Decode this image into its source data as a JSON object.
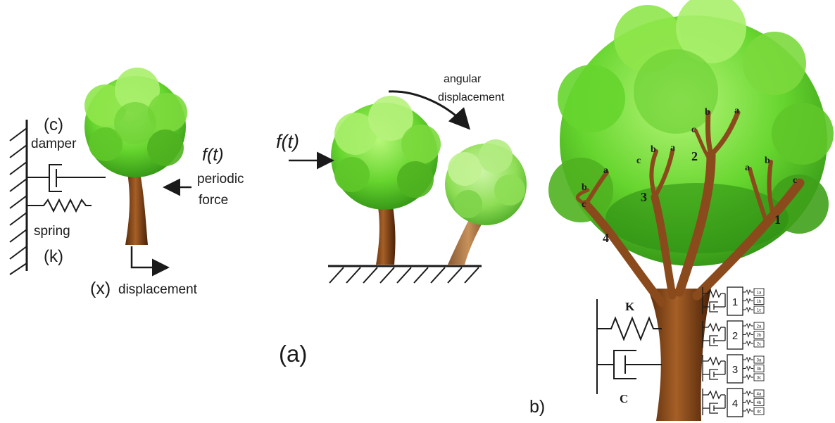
{
  "panel_left": {
    "damper_symbol": "(c)",
    "damper_label": "damper",
    "force_symbol": "f(t)",
    "force_line1": "periodic",
    "force_line2": "force",
    "spring_label": "spring",
    "spring_symbol": "(k)",
    "displacement_symbol": "(x)",
    "displacement_label": "displacement"
  },
  "panel_middle": {
    "force_symbol": "f(t)",
    "rotation_line1": "angular",
    "rotation_line2": "displacement",
    "caption": "(a)"
  },
  "panel_right": {
    "caption": "b)",
    "spring_symbol": "K",
    "damper_symbol": "C",
    "branch_numbers": [
      "1",
      "2",
      "3",
      "4"
    ],
    "branch_tip_labels": [
      "a",
      "b",
      "c"
    ],
    "sub_box_labels": [
      [
        "1a",
        "1b",
        "1c"
      ],
      [
        "2a",
        "2b",
        "2c"
      ],
      [
        "3a",
        "3b",
        "3c"
      ],
      [
        "4a",
        "4b",
        "4c"
      ]
    ]
  },
  "colors": {
    "foliage_light": "#9ef05a",
    "foliage_mid": "#5fd12a",
    "foliage_dark": "#2f8f14",
    "trunk": "#8a4a1c",
    "trunk_dark": "#4a2208",
    "line": "#1a1a1a"
  }
}
